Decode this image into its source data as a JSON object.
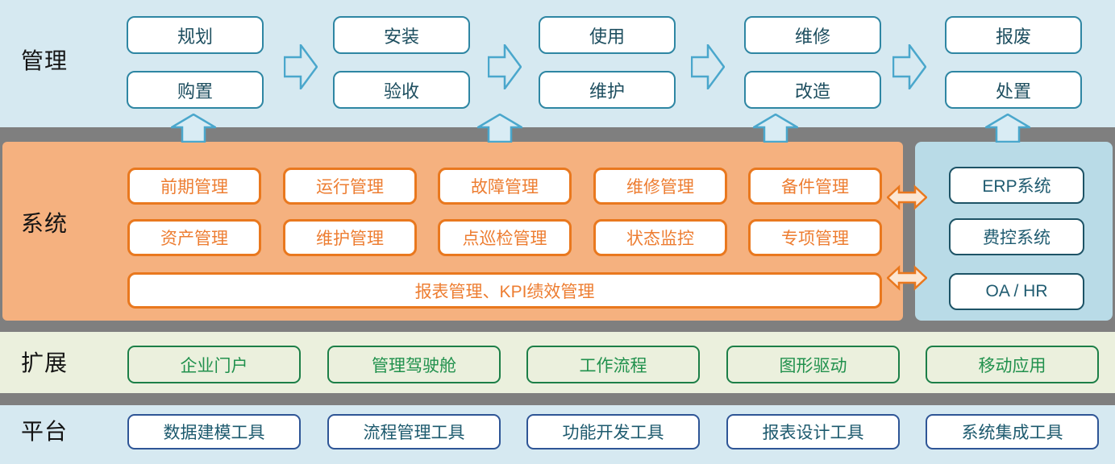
{
  "management": {
    "label": "管理",
    "groups": [
      {
        "top": "规划",
        "bottom": "购置"
      },
      {
        "top": "安装",
        "bottom": "验收"
      },
      {
        "top": "使用",
        "bottom": "维护"
      },
      {
        "top": "维修",
        "bottom": "改造"
      },
      {
        "top": "报废",
        "bottom": "处置"
      }
    ]
  },
  "system": {
    "label": "系统",
    "row1": [
      "前期管理",
      "运行管理",
      "故障管理",
      "维修管理",
      "备件管理"
    ],
    "row2": [
      "资产管理",
      "维护管理",
      "点巡检管理",
      "状态监控",
      "专项管理"
    ],
    "wide": "报表管理、KPI绩效管理",
    "external_systems": [
      "ERP系统",
      "费控系统",
      "OA / HR"
    ]
  },
  "extension": {
    "label": "扩展",
    "items": [
      "企业门户",
      "管理驾驶舱",
      "工作流程",
      "图形驱动",
      "移动应用"
    ]
  },
  "platform": {
    "label": "平台",
    "items": [
      "数据建模工具",
      "流程管理工具",
      "功能开发工具",
      "报表设计工具",
      "系统集成工具"
    ]
  },
  "colors": {
    "top_band_bg": "#d6e9f1",
    "gray_band": "#7f7f7f",
    "orange_panel_bg": "#f5b17f",
    "orange_accent": "#ed7d31",
    "blue_panel_bg": "#b9dbe7",
    "teal_accent": "#2e86a3",
    "dark_teal_text": "#1d4e5f",
    "green_band_bg": "#ebf0dd",
    "green_accent": "#1c7f47",
    "navy_accent": "#2e5596",
    "arrow_blue": "#4aa7cc",
    "arrow_orange_fill": "#fce6d2"
  }
}
